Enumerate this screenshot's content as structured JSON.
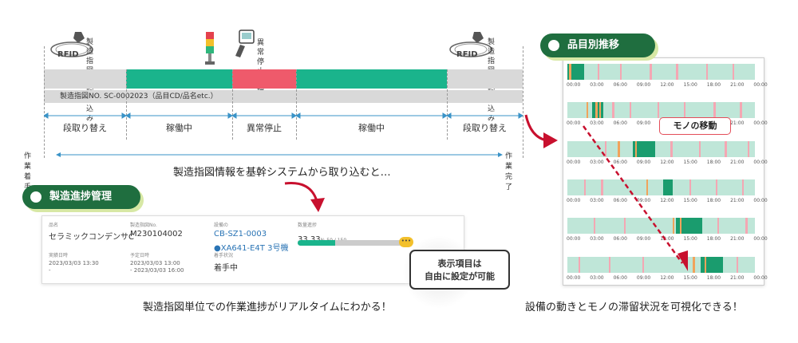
{
  "timeline": {
    "rfid_text": "RFID",
    "rfid_left_label": [
      "製造指図の",
      "読み込み"
    ],
    "rfid_right_label": [
      "製造指図の",
      "読み込み"
    ],
    "alarm_label": [
      "異常停止の",
      "理由"
    ],
    "order_bar": "製造指図NO. SC-0002023（品目CD/品名etc.）",
    "phases": [
      "段取り替え",
      "稼働中",
      "異常停止",
      "稼働中",
      "段取り替え"
    ],
    "work_start": "作業着手",
    "work_end": "作業完了",
    "colors": {
      "setup": "#d9d9d9",
      "running": "#1ab48c",
      "stop": "#ef5a6b",
      "arrow": "#3a93c7"
    }
  },
  "lead_text_1": "製造指図情報を基幹システムから取り込むと…",
  "progress": {
    "badge": "製造進捗管理",
    "fields": {
      "item_name_label": "品名",
      "item_name": "セラミックコンデンサC",
      "order_no_label": "製造指図No.",
      "order_no": "M230104002",
      "equipment_label": "設備の",
      "equipment_code": "CB-SZ1-0003",
      "equipment_machine": "●XA641-E4T 3号機",
      "qty_label": "数量進捗",
      "qty_pct": "33.33",
      "qty_detail": "% 50 / 150",
      "qty_fraction": 0.3333,
      "actual_date_label": "実績日時",
      "actual_date": "2023/03/03 13:30",
      "actual_date_2": "-",
      "plan_date_label": "予定日時",
      "plan_date_1": "2023/03/03 13:00",
      "plan_date_2": "- 2023/03/03 16:00",
      "status_label": "着手状況",
      "status": "着手中"
    },
    "bubble": [
      "表示項目は",
      "自由に設定が可能"
    ],
    "more_icon": "•••"
  },
  "lead_text_2": "製造指図単位での作業進捗がリアルタイムにわかる！",
  "transition": {
    "badge": "品目別推移",
    "ticks": [
      "00:00",
      "03:00",
      "06:00",
      "09:00",
      "12:00",
      "15:00",
      "18:00",
      "21:00",
      "00:00"
    ],
    "callout": "モノの移動",
    "colors": {
      "base": "#bfe6d8",
      "dark": "#1a9c6e",
      "orange": "#f0a35c",
      "pink": "#f4a7b3",
      "arrow": "#c8102e"
    }
  },
  "lead_text_3": "設備の動きとモノの滞留状況を可視化できる！"
}
